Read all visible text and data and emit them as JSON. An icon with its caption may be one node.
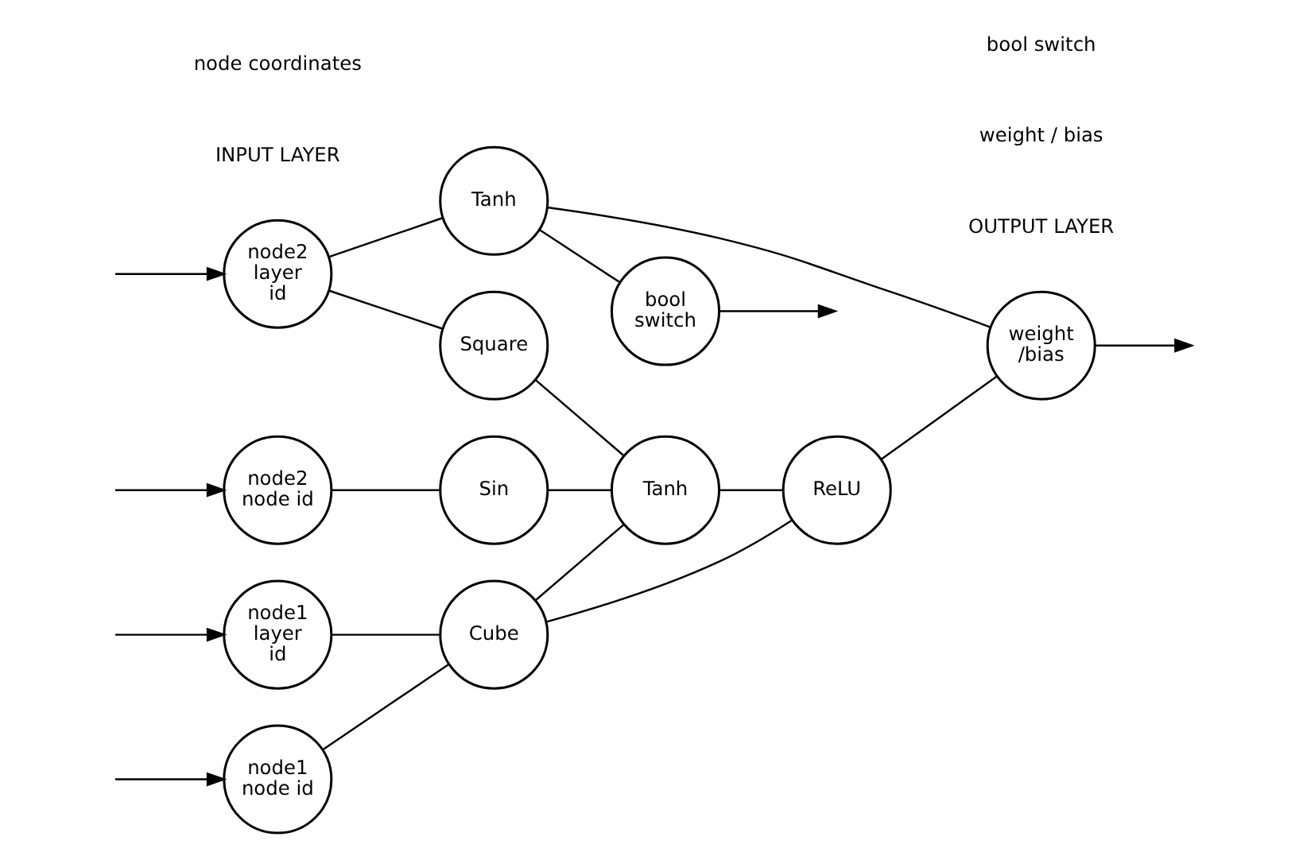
{
  "diagram": {
    "nodes": [
      {
        "text": [
          "node1 node id"
        ]
      },
      {
        "text": [
          "node1 layer id"
        ]
      },
      {
        "text": [
          "node2 node id"
        ]
      },
      {
        "text": [
          "node2 layer id"
        ]
      },
      {
        "text": [
          "Cube"
        ]
      },
      {
        "text": [
          "Sin"
        ]
      },
      {
        "text": [
          "Square"
        ]
      },
      {
        "text": [
          "Tanh"
        ]
      },
      {
        "text": [
          "ReLU"
        ]
      },
      {
        "text": [
          "Tanh"
        ]
      },
      {
        "text": [
          "weight /bias"
        ]
      },
      {
        "text": [
          "bool switch"
        ]
      }
    ],
    "edges": [
      {
        "from": null,
        "to": 0,
        "arrow": "to"
      },
      {
        "from": null,
        "to": 1,
        "arrow": "to"
      },
      {
        "from": null,
        "to": 2,
        "arrow": "to"
      },
      {
        "from": null,
        "to": 3,
        "arrow": "to"
      },
      {
        "from": 0,
        "to": 4,
        "arrow": "none"
      },
      {
        "from": 1,
        "to": 4,
        "arrow": "none"
      },
      {
        "from": 2,
        "to": 5,
        "arrow": "none"
      },
      {
        "from": 3,
        "to": 6,
        "arrow": "none"
      },
      {
        "from": 3,
        "to": 9,
        "arrow": "none"
      },
      {
        "from": 4,
        "to": 7,
        "arrow": "none"
      },
      {
        "from": 4,
        "to": 8,
        "arrow": "none"
      },
      {
        "from": 5,
        "to": 7,
        "arrow": "none"
      },
      {
        "from": 6,
        "to": 7,
        "arrow": "none"
      },
      {
        "from": 7,
        "to": 8,
        "arrow": "none"
      },
      {
        "from": 8,
        "to": 10,
        "arrow": "none"
      },
      {
        "from": 9,
        "to": 10,
        "arrow": "none"
      },
      {
        "from": 9,
        "to": 11,
        "arrow": "none"
      },
      {
        "from": 10,
        "to": null,
        "arrow": "to"
      },
      {
        "from": 11,
        "to": null,
        "arrow": "to"
      }
    ],
    "labels": [
      "INPUT LAYER",
      "node coordinates",
      "OUTPUT LAYER",
      "weight / bias",
      "bool switch"
    ]
  }
}
